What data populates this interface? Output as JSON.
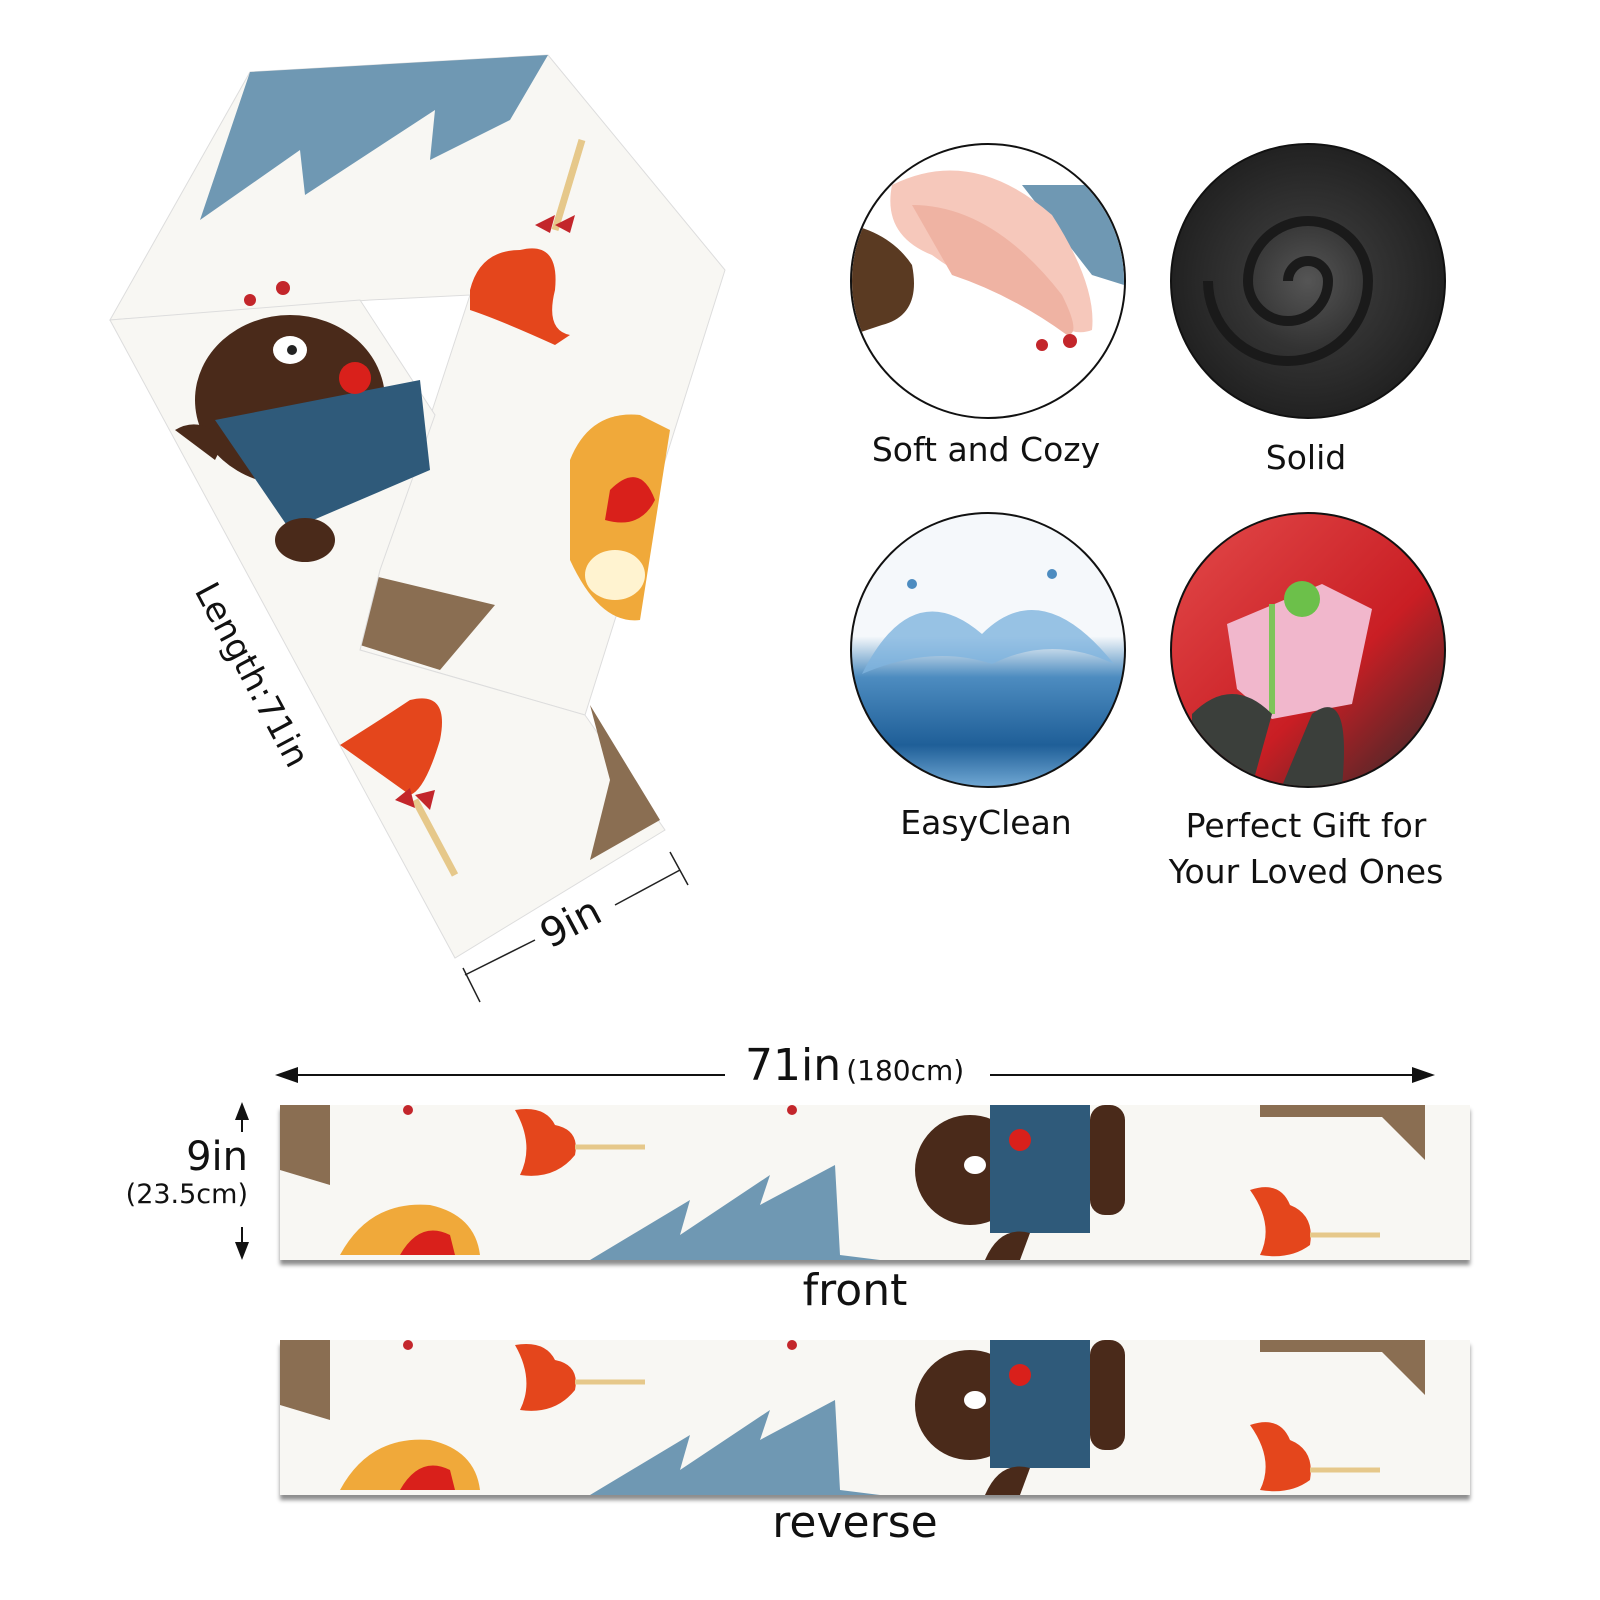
{
  "scarf_view": {
    "length_label": "Length:71in",
    "width_label": "9in"
  },
  "features": [
    {
      "label": "Soft and Cozy",
      "icon": "hands-on-fabric-icon"
    },
    {
      "label": "Solid",
      "icon": "black-fabric-swirl-icon"
    },
    {
      "label": "EasyClean",
      "icon": "water-splash-icon"
    },
    {
      "label": "Perfect Gift for",
      "label2": "Your Loved Ones",
      "icon": "gift-box-icon"
    }
  ],
  "dimensions": {
    "length_in": "71in",
    "length_cm": "(180cm)",
    "width_in": "9in",
    "width_cm": "(23.5cm)"
  },
  "strips": {
    "front_label": "front",
    "reverse_label": "reverse"
  },
  "colors": {
    "blue_mountain": "#6f98b3",
    "bear_brown": "#4a2a1a",
    "bear_shirt": "#2f5a7a",
    "bird_orange": "#e4461c",
    "doll_yellow": "#f0a93a",
    "fabric_white": "#f8f7f3"
  }
}
